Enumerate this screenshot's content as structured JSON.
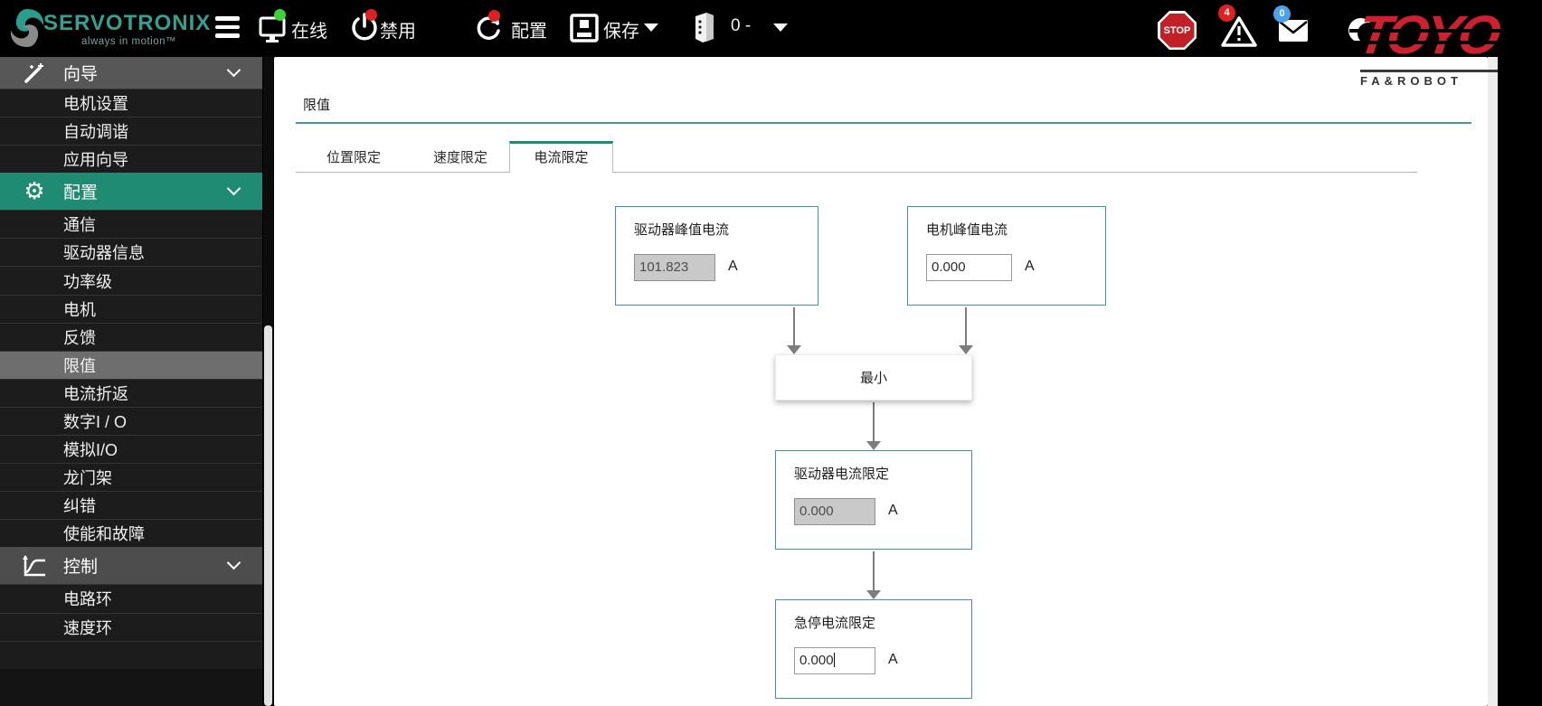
{
  "topbar": {
    "brand": "SERVOTRONIX",
    "tagline": "always in motion™",
    "online_label": "在线",
    "disabled_label": "禁用",
    "config_label": "配置",
    "save_label": "保存",
    "drive_id": "0 -",
    "stop_label": "STOP",
    "alerts_count": "4",
    "messages_count": "0"
  },
  "toyo": {
    "brand": "TOYO",
    "sub": "FA&ROBOT"
  },
  "sidebar": {
    "groups": [
      {
        "label": "向导",
        "items": [
          "电机设置",
          "自动调谐",
          "应用向导"
        ]
      },
      {
        "label": "配置",
        "items": [
          "通信",
          "驱动器信息",
          "功率级",
          "电机",
          "反馈",
          "限值",
          "电流折返",
          "数字I / O",
          "模拟I/O",
          "龙门架",
          "纠错",
          "使能和故障"
        ]
      },
      {
        "label": "控制",
        "items": [
          "电路环",
          "速度环"
        ]
      }
    ],
    "selected": "限值"
  },
  "main": {
    "title": "限值",
    "tabs": [
      "位置限定",
      "速度限定",
      "电流限定"
    ],
    "active_tab": "电流限定",
    "diagram": {
      "drive_peak_label": "驱动器峰值电流",
      "drive_peak_value": "101.823",
      "motor_peak_label": "电机峰值电流",
      "motor_peak_value": "0.000",
      "min_label": "最小",
      "drive_limit_label": "驱动器电流限定",
      "drive_limit_value": "0.000",
      "estop_label": "急停电流限定",
      "estop_value": "0.000",
      "unit": "A"
    }
  },
  "colors": {
    "accent_teal": "#1f8b73",
    "logo_teal": "#35a08f",
    "box_border_teal": "#44958a",
    "toyo_red": "#cf2030",
    "stop_red": "#c22026",
    "badge_red": "#e02020",
    "badge_blue": "#4aa3e8",
    "status_green": "#3bd23b"
  }
}
